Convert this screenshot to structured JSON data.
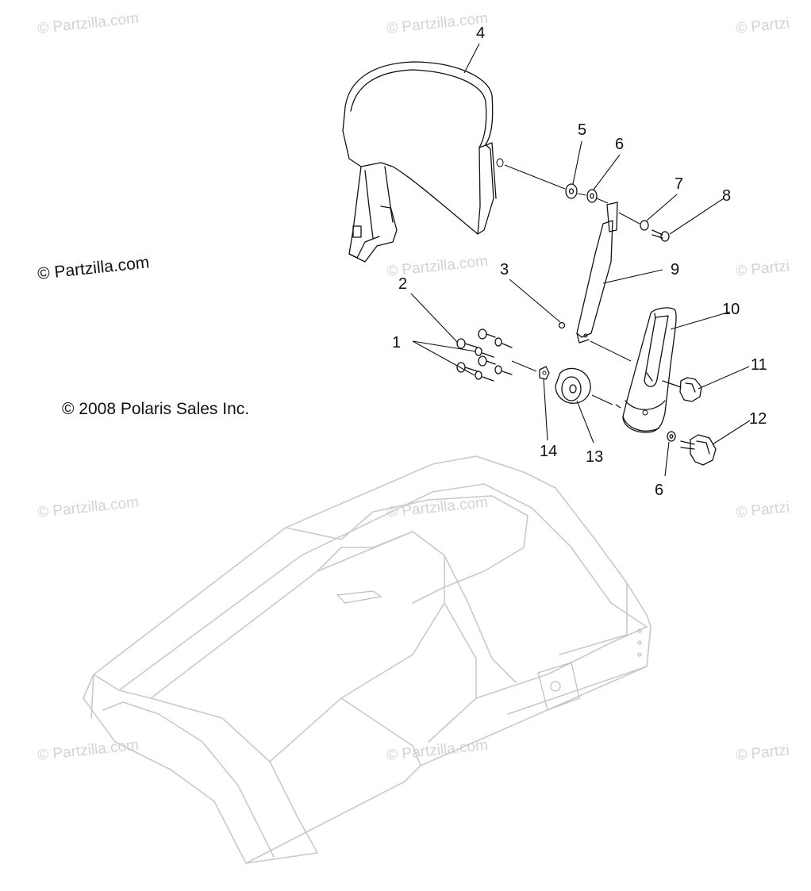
{
  "watermarks": {
    "text": "© Partzilla.com",
    "text_partial": "© Partzi"
  },
  "copyright": {
    "partzilla": "© Partzilla.com",
    "polaris": "© 2008 Polaris Sales Inc."
  },
  "callouts": {
    "c1": "1",
    "c2": "2",
    "c3": "3",
    "c4": "4",
    "c5": "5",
    "c6a": "6",
    "c6b": "6",
    "c7": "7",
    "c8": "8",
    "c9": "9",
    "c10": "10",
    "c11": "11",
    "c12": "12",
    "c13": "13",
    "c14": "14"
  },
  "colors": {
    "line": "#111111",
    "seat_outline": "#c9c9c9",
    "watermark": "#d3d3d3"
  }
}
